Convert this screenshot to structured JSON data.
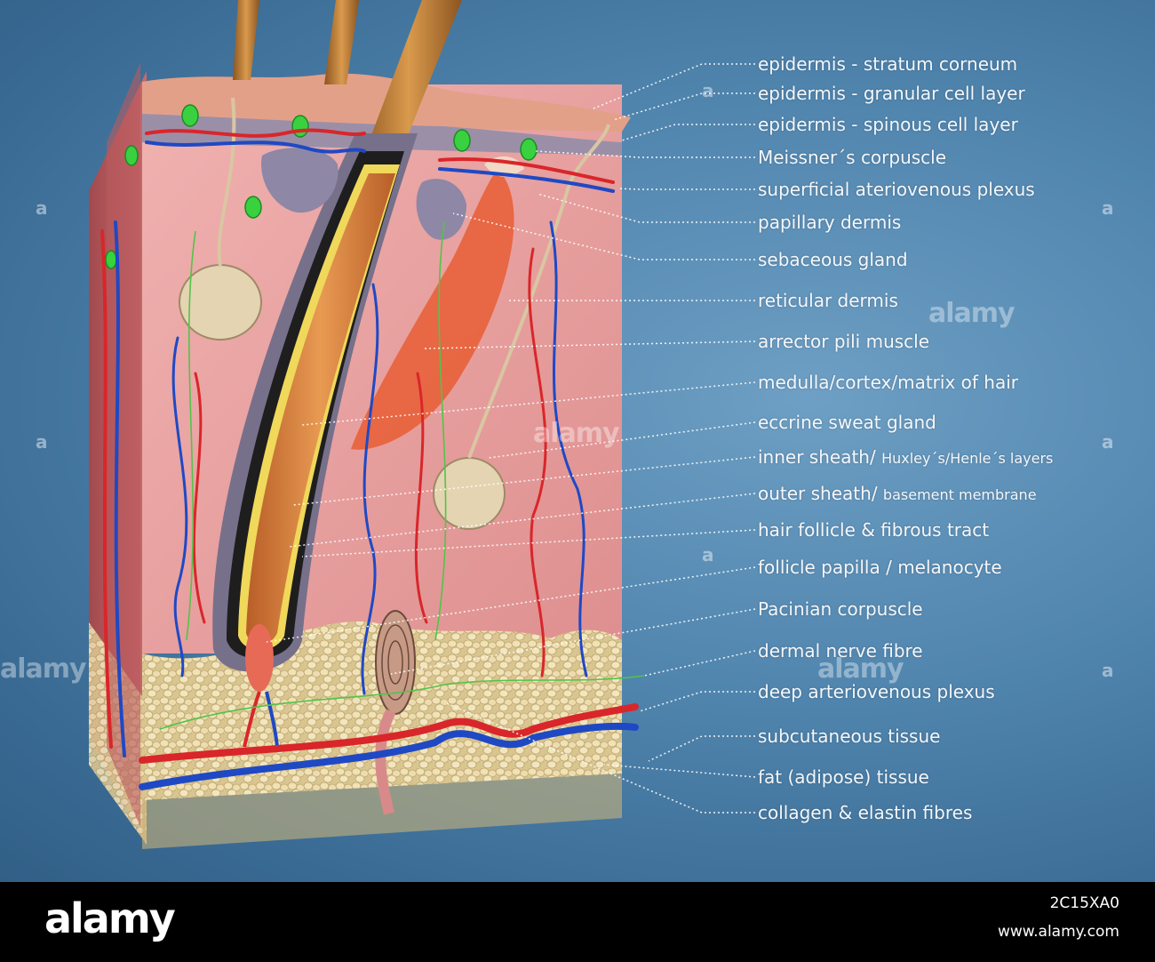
{
  "labels": [
    {
      "main": "epidermis - stratum corneum",
      "sub": ""
    },
    {
      "main": "epidermis - granular cell layer",
      "sub": ""
    },
    {
      "main": "epidermis - spinous cell layer",
      "sub": ""
    },
    {
      "main": "Meissner´s corpuscle",
      "sub": ""
    },
    {
      "main": "superficial ateriovenous plexus",
      "sub": ""
    },
    {
      "main": "papillary dermis",
      "sub": ""
    },
    {
      "main": "sebaceous gland",
      "sub": ""
    },
    {
      "main": "reticular dermis",
      "sub": ""
    },
    {
      "main": "arrector pili muscle",
      "sub": ""
    },
    {
      "main": "medulla/cortex/matrix of hair",
      "sub": ""
    },
    {
      "main": "eccrine sweat gland",
      "sub": ""
    },
    {
      "main": "inner sheath/ ",
      "sub": "Huxley´s/Henle´s layers"
    },
    {
      "main": "outer sheath/ ",
      "sub": "basement membrane"
    },
    {
      "main": "hair follicle & fibrous tract",
      "sub": ""
    },
    {
      "main": "follicle papilla / melanocyte",
      "sub": ""
    },
    {
      "main": "Pacinian corpuscle",
      "sub": ""
    },
    {
      "main": "dermal nerve fibre",
      "sub": ""
    },
    {
      "main": "deep arteriovenous plexus",
      "sub": ""
    },
    {
      "main": "subcutaneous tissue",
      "sub": ""
    },
    {
      "main": "fat (adipose) tissue",
      "sub": ""
    },
    {
      "main": "collagen & elastin fibres",
      "sub": ""
    }
  ],
  "watermark": {
    "text": "alamy",
    "letter": "a"
  },
  "footer": {
    "logo": "alamy",
    "image_id": "2C15XA0",
    "site": "www.alamy.com"
  },
  "colors": {
    "background": "#4f84ad",
    "dermis": "#e9a3a3",
    "fat": "#e6d6a8",
    "artery": "#d9262a",
    "vein": "#1f49c4",
    "hair": "#c98a3e",
    "meissner": "#39d13f",
    "nerve": "#52c44a"
  }
}
